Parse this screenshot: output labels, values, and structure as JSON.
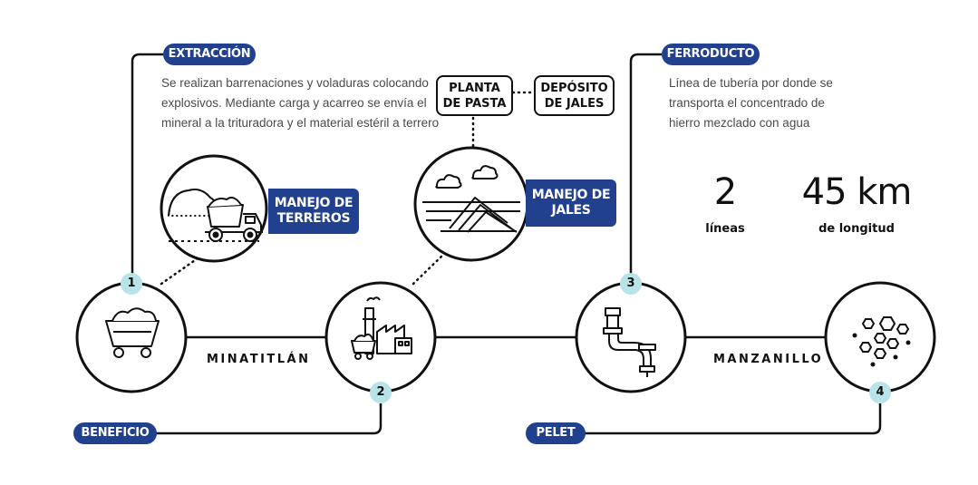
{
  "stages": {
    "extraccion": {
      "title": "EXTRACCIÓN",
      "number": "1",
      "description": "Se realizan barrenaciones y voladuras colocando\nexplosivos. Mediante carga y acarreo se envía el\nmineral a la trituradora y el material estéril a terrero"
    },
    "beneficio": {
      "title": "BENEFICIO",
      "number": "2"
    },
    "ferroducto": {
      "title": "FERRODUCTO",
      "number": "3",
      "description": "Línea de tubería por donde se\ntransporta el concentrado de\nhierro mezclado con agua"
    },
    "pelet": {
      "title": "PELET",
      "number": "4"
    }
  },
  "locations": {
    "minatitlan": "MINATITLÁN",
    "manzanillo": "MANZANILLO"
  },
  "tags": {
    "terreros": "MANEJO DE\nTERREROS",
    "jales": "MANEJO DE\nJALES"
  },
  "boxes": {
    "planta_pasta": "PLANTA\nDE PASTA",
    "deposito_jales": "DEPÓSITO\nDE JALES"
  },
  "stats": {
    "lines": {
      "value": "2",
      "label": "líneas"
    },
    "length": {
      "value": "45 km",
      "label": "de longitud"
    }
  },
  "colors": {
    "brand_blue": "#21418f",
    "badge_cyan": "#b8e3e8",
    "line": "#111111"
  },
  "icons": {
    "stage1": "ore-cart-icon",
    "stage2": "processing-plant-icon",
    "stage3": "pipe-icon",
    "stage4": "pellets-icon",
    "terreros": "dump-truck-icon",
    "jales": "tailings-dam-icon"
  }
}
